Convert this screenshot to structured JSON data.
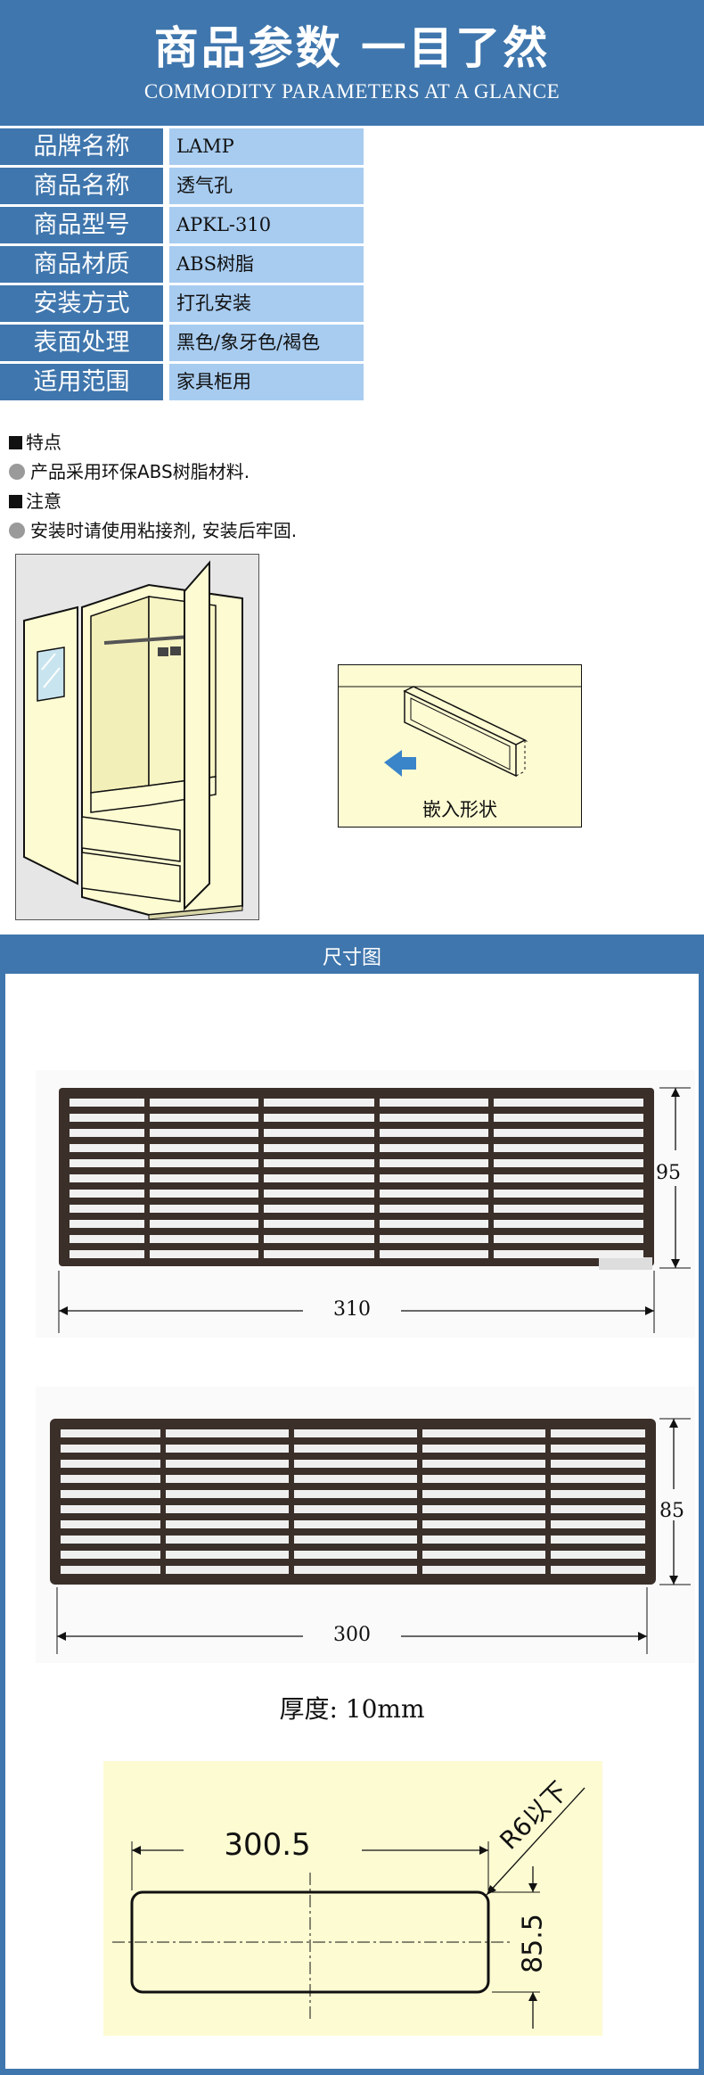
{
  "header": {
    "title_cn": "商品参数 一目了然",
    "title_en": "COMMODITY PARAMETERS AT A GLANCE"
  },
  "params": [
    {
      "label": "品牌名称",
      "value": "LAMP"
    },
    {
      "label": "商品名称",
      "value": "透气孔"
    },
    {
      "label": "商品型号",
      "value": "APKL-310"
    },
    {
      "label": "商品材质",
      "value": "ABS树脂"
    },
    {
      "label": "安装方式",
      "value": "打孔安装"
    },
    {
      "label": "表面处理",
      "value": "黑色/象牙色/褐色"
    },
    {
      "label": "适用范围",
      "value": "家具柜用"
    }
  ],
  "notes": {
    "feature_heading": "特点",
    "feature_text": "产品采用环保ABS树脂材料.",
    "caution_heading": "注意",
    "caution_text": "安装时请使用粘接剂, 安装后牢固."
  },
  "inset_caption": "嵌入形状",
  "dimensions": {
    "section_title": "尺寸图",
    "vent1_width": "310",
    "vent1_height": "95",
    "vent2_width": "300",
    "vent2_height": "85",
    "thickness": "厚度: 10mm",
    "cutout_width": "300.5",
    "cutout_height": "85.5",
    "cutout_radius": "R6以下"
  },
  "colors": {
    "brand_blue": "#3f76ad",
    "value_blue": "#a8ccf0",
    "vent_brown": "#3b2f2a",
    "cream": "#fdfbd2"
  }
}
